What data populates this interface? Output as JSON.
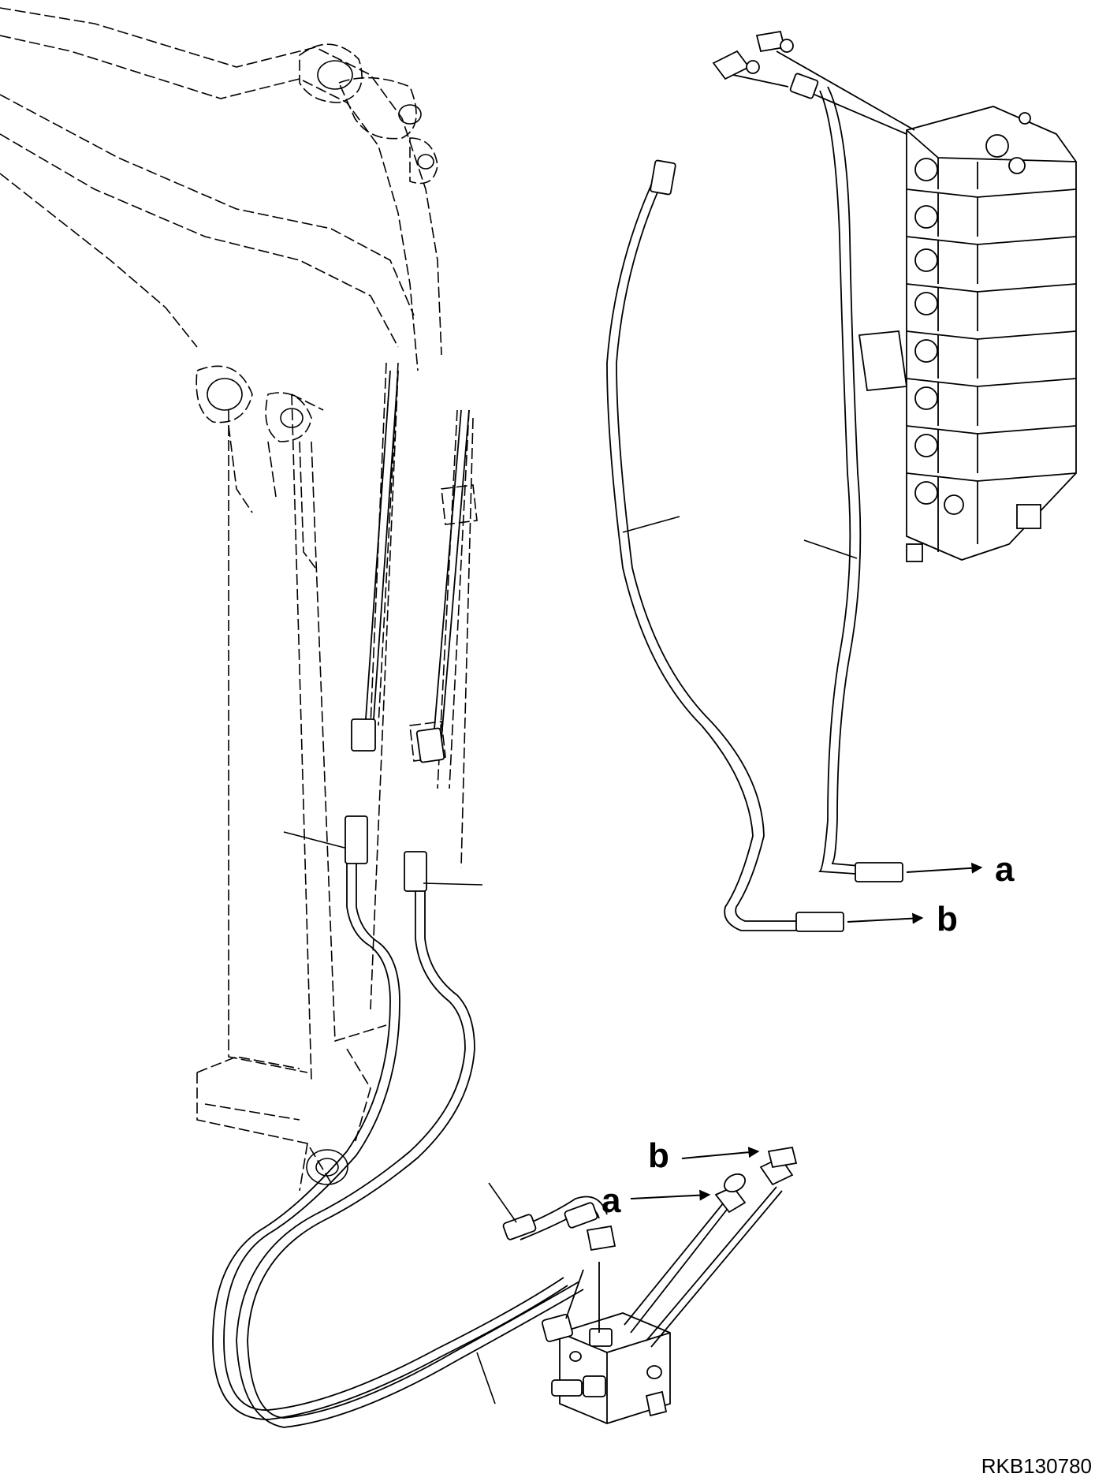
{
  "diagram": {
    "reference_code": "RKB130780",
    "connection_labels": {
      "valve_hose_a": "a",
      "valve_hose_b": "b",
      "block_fitting_a": "a",
      "block_fitting_b": "b"
    },
    "colors": {
      "line": "#000000",
      "background": "#ffffff"
    }
  }
}
